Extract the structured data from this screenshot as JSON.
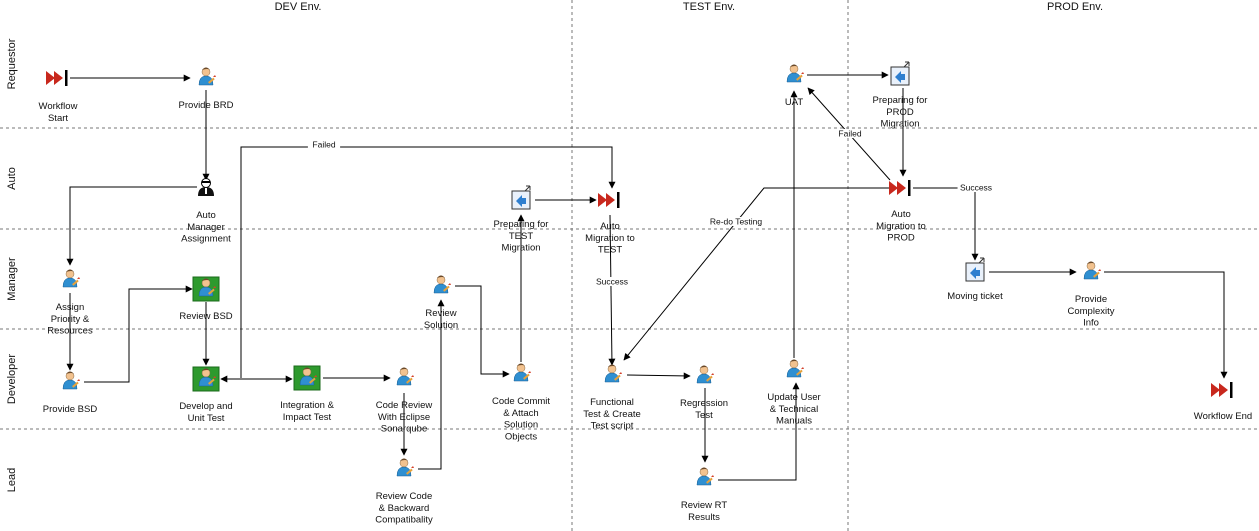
{
  "columns": [
    {
      "id": "dev",
      "label": "DEV Env."
    },
    {
      "id": "test",
      "label": "TEST Env."
    },
    {
      "id": "prod",
      "label": "PROD Env."
    }
  ],
  "lanes": [
    {
      "id": "requestor",
      "label": "Requestor"
    },
    {
      "id": "auto",
      "label": "Auto"
    },
    {
      "id": "manager",
      "label": "Manager"
    },
    {
      "id": "developer",
      "label": "Developer"
    },
    {
      "id": "lead",
      "label": "Lead"
    }
  ],
  "nodes": [
    {
      "id": "wf-start",
      "type": "start",
      "label": [
        "Workflow",
        "Start"
      ]
    },
    {
      "id": "provide-brd",
      "type": "person",
      "label": [
        "Provide BRD"
      ]
    },
    {
      "id": "auto-manager",
      "type": "agent",
      "label": [
        "Auto",
        "Manager",
        "Assignment"
      ]
    },
    {
      "id": "assign-priority",
      "type": "person",
      "label": [
        "Assign",
        "Priority &",
        "Resources"
      ]
    },
    {
      "id": "provide-bsd",
      "type": "person",
      "label": [
        "Provide BSD"
      ]
    },
    {
      "id": "review-bsd",
      "type": "person-box",
      "label": [
        "Review BSD"
      ]
    },
    {
      "id": "develop-unit",
      "type": "person-box",
      "label": [
        "Develop and",
        "Unit Test"
      ]
    },
    {
      "id": "integration",
      "type": "person-box",
      "label": [
        "Integration &",
        "Impact Test"
      ]
    },
    {
      "id": "code-review",
      "type": "person",
      "label": [
        "Code Review",
        "With Eclipse",
        "Sonarqube"
      ]
    },
    {
      "id": "review-code",
      "type": "person",
      "label": [
        "Review Code",
        "& Backward",
        "Compatibality"
      ]
    },
    {
      "id": "review-solution",
      "type": "person",
      "label": [
        "Review",
        "Solution"
      ]
    },
    {
      "id": "code-commit",
      "type": "person",
      "label": [
        "Code Commit",
        "& Attach",
        "Solution",
        "Objects"
      ]
    },
    {
      "id": "prep-test",
      "type": "doc",
      "label": [
        "Preparing for",
        "TEST",
        "Migration"
      ]
    },
    {
      "id": "auto-mig-test",
      "type": "auto",
      "label": [
        "Auto",
        "Migration to",
        "TEST"
      ]
    },
    {
      "id": "functional",
      "type": "person",
      "label": [
        "Functional",
        "Test & Create",
        "Test script"
      ]
    },
    {
      "id": "regression",
      "type": "person",
      "label": [
        "Regression",
        "Test"
      ]
    },
    {
      "id": "review-rt",
      "type": "person",
      "label": [
        "Review RT",
        "Results"
      ]
    },
    {
      "id": "update-user",
      "type": "person",
      "label": [
        "Update User",
        "& Technical",
        "Manuals"
      ]
    },
    {
      "id": "uat",
      "type": "person",
      "label": [
        "UAT"
      ]
    },
    {
      "id": "prep-prod",
      "type": "doc",
      "label": [
        "Preparing for",
        "PROD",
        "Migration"
      ]
    },
    {
      "id": "auto-mig-prod",
      "type": "auto",
      "label": [
        "Auto",
        "Migration to",
        "PROD"
      ]
    },
    {
      "id": "moving-ticket",
      "type": "doc",
      "label": [
        "Moving ticket"
      ]
    },
    {
      "id": "provide-complexity",
      "type": "person",
      "label": [
        "Provide",
        "Complexity",
        "Info"
      ]
    },
    {
      "id": "wf-end",
      "type": "end",
      "label": [
        "Workflow End"
      ]
    }
  ],
  "edge_labels": {
    "failed_dev": "Failed",
    "success_test": "Success",
    "redo_testing": "Re-do Testing",
    "failed_prod": "Failed",
    "success_prod": "Success"
  },
  "colors": {
    "lines": "#000000",
    "lane_divider": "#777777",
    "person_shirt": "#2f8fd1",
    "person_face": "#f2c28f",
    "person_hair": "#6b4a2a",
    "box_green": "#2e9a2e",
    "auto_red": "#c8281d",
    "doc_blue": "#2f7fcf"
  }
}
